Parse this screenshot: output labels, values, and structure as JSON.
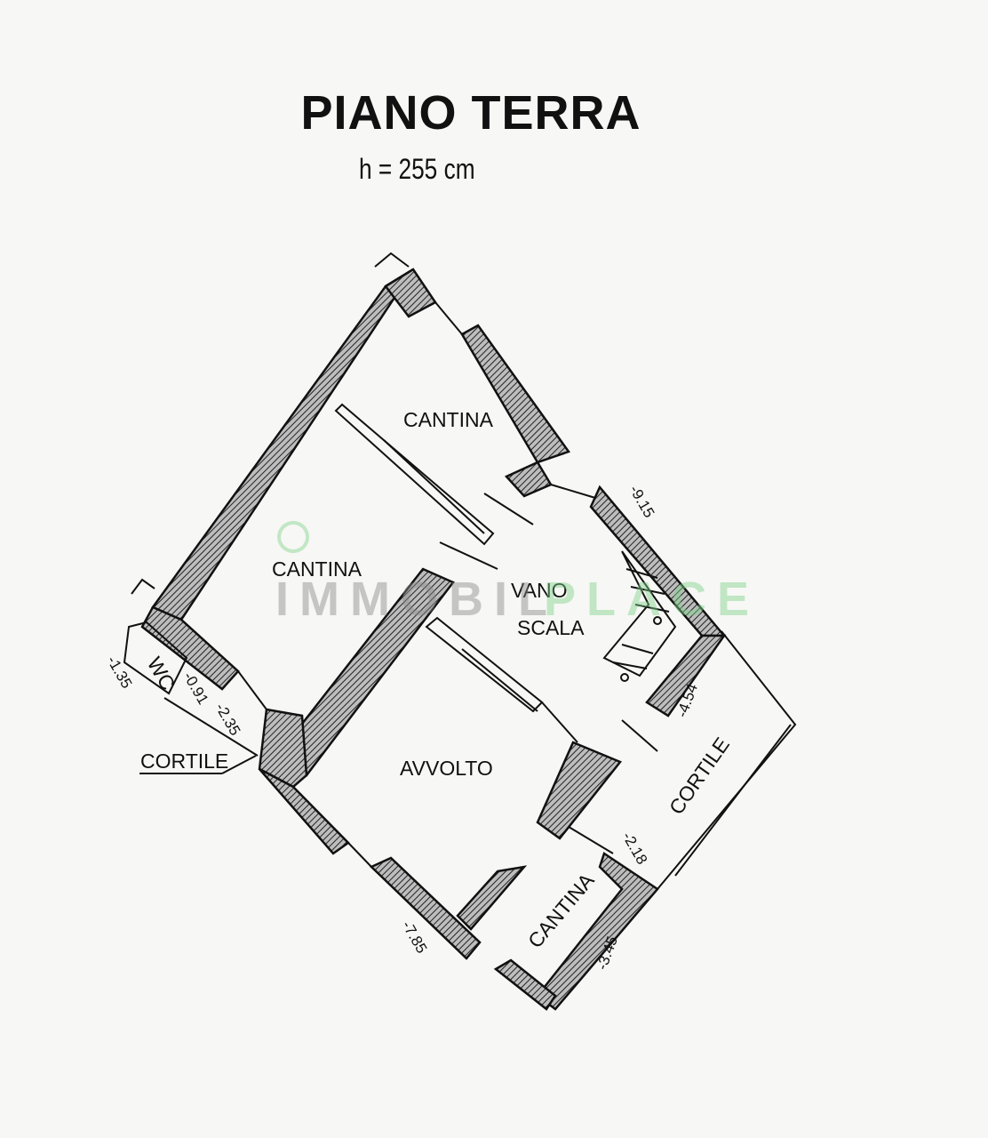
{
  "header": {
    "title": "PIANO TERRA",
    "height": "h = 255 cm"
  },
  "rooms": {
    "cantina_top": "CANTINA",
    "cantina_left": "CANTINA",
    "vano": "VANO",
    "scala": "SCALA",
    "avvolto": "AVVOLTO",
    "cantina_bottom": "CANTINA",
    "wc": "WC",
    "cortile_left": "CORTILE",
    "cortile_right": "CORTILE"
  },
  "levels": {
    "l1": "-9.15",
    "l2": "-4.54",
    "l3": "-2.18",
    "l4": "-3.45",
    "l5": "-7.85",
    "l6": "-2.35",
    "l7": "-0.91",
    "l8": "-1.35"
  },
  "watermark": {
    "part1": "IMMOBIL",
    "part2": "PLACE",
    "color1": "#8a8a8a",
    "color2": "#7fd38a"
  }
}
